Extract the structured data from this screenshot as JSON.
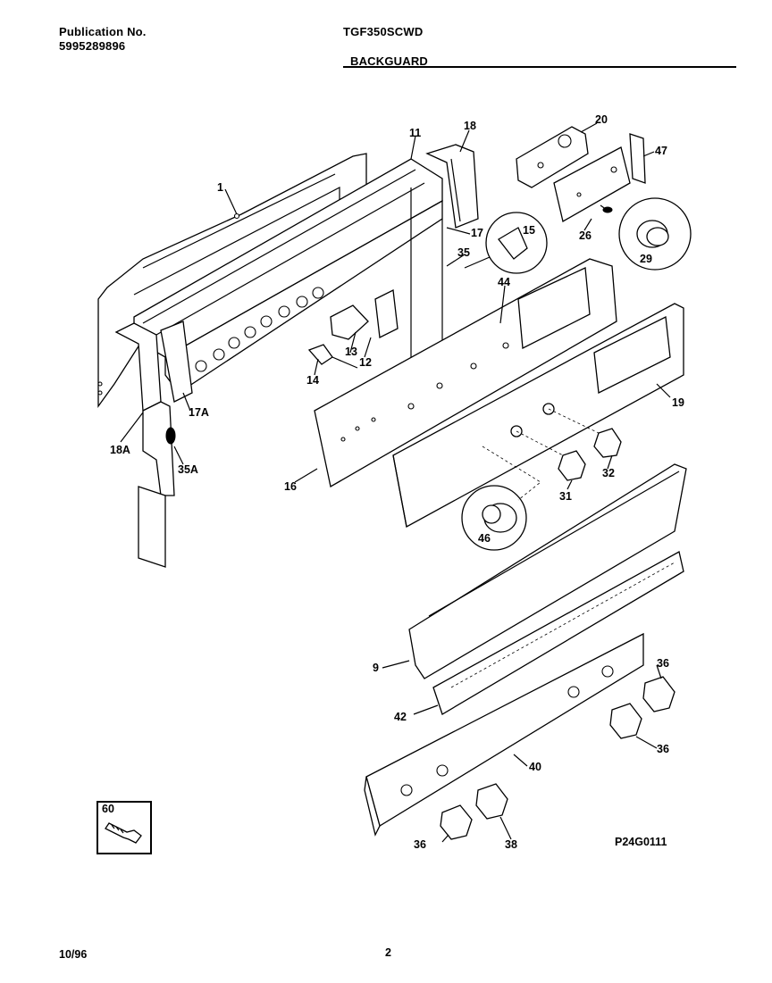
{
  "header": {
    "pub_label": "Publication No.",
    "pub_number": "5995289896",
    "model": "TGF350SCWD",
    "section": "BACKGUARD"
  },
  "parts": [
    {
      "id": "p1",
      "label": "1"
    },
    {
      "id": "p11",
      "label": "11"
    },
    {
      "id": "p18",
      "label": "18"
    },
    {
      "id": "p20",
      "label": "20"
    },
    {
      "id": "p47",
      "label": "47"
    },
    {
      "id": "p15",
      "label": "15"
    },
    {
      "id": "p17",
      "label": "17"
    },
    {
      "id": "p26",
      "label": "26"
    },
    {
      "id": "p29",
      "label": "29"
    },
    {
      "id": "p35",
      "label": "35"
    },
    {
      "id": "p44",
      "label": "44"
    },
    {
      "id": "p13",
      "label": "13"
    },
    {
      "id": "p12",
      "label": "12"
    },
    {
      "id": "p14",
      "label": "14"
    },
    {
      "id": "p19",
      "label": "19"
    },
    {
      "id": "p17a",
      "label": "17A"
    },
    {
      "id": "p18a",
      "label": "18A"
    },
    {
      "id": "p35a",
      "label": "35A"
    },
    {
      "id": "p16",
      "label": "16"
    },
    {
      "id": "p32",
      "label": "32"
    },
    {
      "id": "p31",
      "label": "31"
    },
    {
      "id": "p46",
      "label": "46"
    },
    {
      "id": "p9",
      "label": "9"
    },
    {
      "id": "p36a",
      "label": "36"
    },
    {
      "id": "p42",
      "label": "42"
    },
    {
      "id": "p36b",
      "label": "36"
    },
    {
      "id": "p40",
      "label": "40"
    },
    {
      "id": "p60",
      "label": "60"
    },
    {
      "id": "p36c",
      "label": "36"
    },
    {
      "id": "p38",
      "label": "38"
    }
  ],
  "drawing_code": "P24G0111",
  "footer": {
    "date": "10/96",
    "page": "2"
  }
}
